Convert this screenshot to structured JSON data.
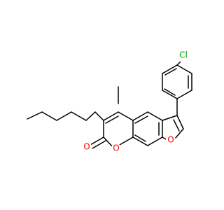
{
  "molecule": {
    "labels": {
      "chlorine": "Cl",
      "carbonyl_oxygen": "O",
      "pyranone_oxygen": "O",
      "furan_oxygen": "O"
    },
    "colors": {
      "bond": "#000000",
      "chlorine": "#00a000",
      "oxygen": "#ff0000"
    }
  }
}
